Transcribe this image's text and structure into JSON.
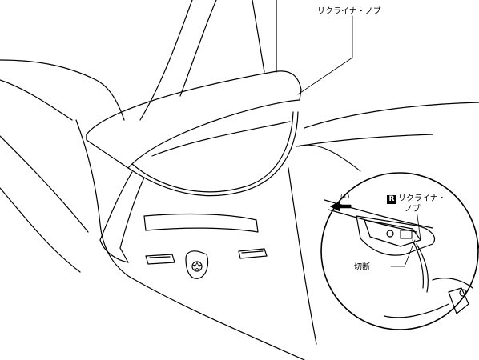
{
  "labels": {
    "main_part": "リクライナ・ノブ",
    "detail_badge": "R",
    "detail_part_line1": "リクライナ・",
    "detail_part_line2": "ノブ",
    "disconnect": "切断",
    "step_number": "(1)"
  },
  "icons": {
    "star_symbol": "star-in-circle-icon",
    "arrow": "arrow-left-icon"
  }
}
